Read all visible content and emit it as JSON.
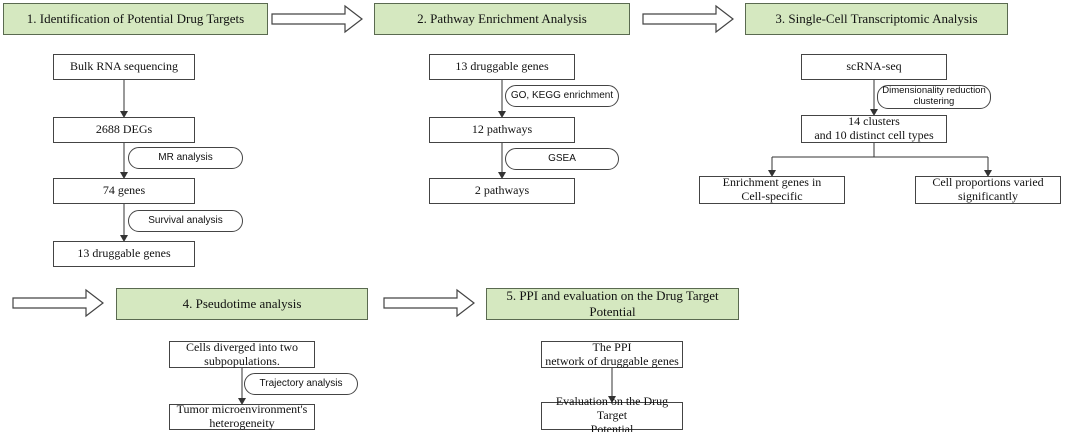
{
  "steps": {
    "s1": {
      "title": "1. Identification of Potential Drug Targets",
      "boxes": [
        "Bulk RNA sequencing",
        "2688 DEGs",
        "74 genes",
        "13 druggable genes"
      ],
      "methods": [
        "MR analysis",
        "Survival analysis"
      ]
    },
    "s2": {
      "title": "2. Pathway Enrichment Analysis",
      "boxes": [
        "13 druggable genes",
        "12 pathways",
        "2 pathways"
      ],
      "methods": [
        "GO, KEGG enrichment",
        "GSEA"
      ]
    },
    "s3": {
      "title": "3. Single-Cell Transcriptomic Analysis",
      "boxes": [
        "scRNA-seq",
        "14 clusters\nand 10 distinct cell types",
        "Enrichment genes in\nCell-specific",
        "Cell proportions varied\nsignificantly"
      ],
      "methods": [
        "Dimensionality reduction\nclustering"
      ]
    },
    "s4": {
      "title": "4. Pseudotime analysis",
      "boxes": [
        "Cells diverged into two\nsubpopulations.",
        "Tumor microenvironment's\nheterogeneity"
      ],
      "methods": [
        "Trajectory analysis"
      ]
    },
    "s5": {
      "title": "5. PPI and evaluation on the Drug Target Potential",
      "boxes": [
        "The  PPI\nnetwork of druggable genes",
        "Evaluation on the Drug Target\nPotential"
      ]
    }
  }
}
